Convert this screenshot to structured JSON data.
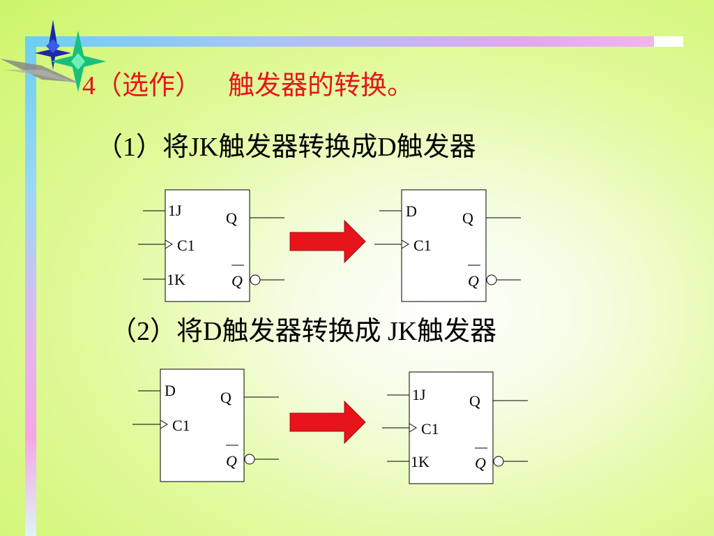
{
  "slide": {
    "heading": "4（选作）    触发器的转换。",
    "item1": "（1）将JK触发器转换成D触发器",
    "item2": "（2）将D触发器转换成 JK触发器"
  },
  "colors": {
    "heading": "#e8141c",
    "arrow": "#e8141c",
    "line": "#000000"
  },
  "icons": [
    "star-decoration-icon",
    "right-arrow-icon"
  ],
  "diagram1": {
    "left": {
      "in_top": "1J",
      "in_mid": "C1",
      "in_bot": "1K",
      "out_q": "Q",
      "out_qbar": "Q"
    },
    "right": {
      "in_top": "D",
      "in_mid": "C1",
      "out_q": "Q",
      "out_qbar": "Q"
    }
  },
  "diagram2": {
    "left": {
      "in_top": "D",
      "in_mid": "C1",
      "out_q": "Q",
      "out_qbar": "Q"
    },
    "right": {
      "in_top": "1J",
      "in_mid": "C1",
      "in_bot": "1K",
      "out_q": "Q",
      "out_qbar": "Q"
    }
  }
}
